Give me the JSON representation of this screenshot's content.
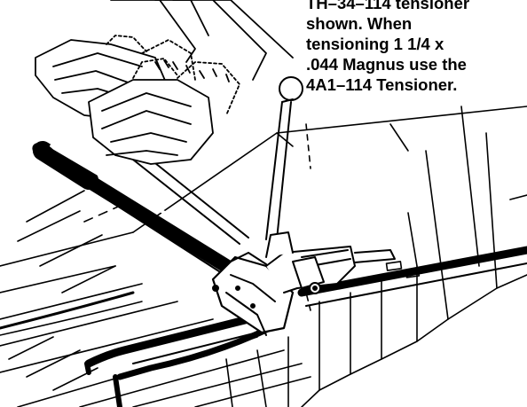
{
  "caption": {
    "lines": [
      "TH–34–114 tensioner",
      "shown.  When",
      "tensioning 1 1/4 x",
      ".044 Magnus use the",
      "4A1–114 Tensioner."
    ]
  },
  "colors": {
    "ink": "#000000",
    "paper": "#ffffff"
  },
  "illustration": {
    "subject": "gloved-hands-operating-strap-tensioner-on-stacked-boxes"
  }
}
